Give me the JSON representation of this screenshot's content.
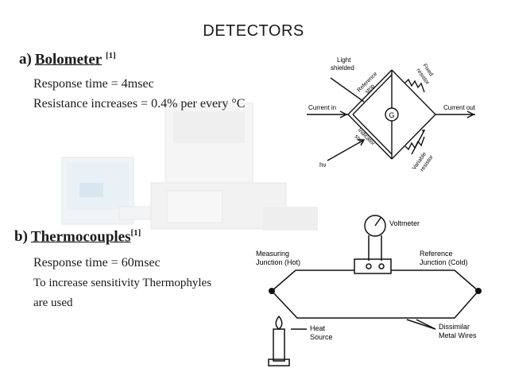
{
  "slide": {
    "title": "DETECTORS",
    "bolometer": {
      "marker": "a)",
      "term": "Bolometer",
      "ref": "[1]",
      "lines": [
        "Response time  = 4msec",
        "Resistance increases = 0.4% per every °C"
      ]
    },
    "thermocouples": {
      "marker": "b)",
      "term": "Thermocouples",
      "ref": "[1]",
      "lines": [
        "Response time = 60msec",
        "To increase sensitivity Thermophyles",
        "are used"
      ]
    }
  },
  "bolometer_diagram": {
    "light_shielded": [
      "Light",
      "shielded"
    ],
    "reference_strip": [
      "Reference",
      "strip"
    ],
    "indicator_strip": [
      "Indicator",
      "strip"
    ],
    "fixed_resistor": [
      "Fixed",
      "resistor"
    ],
    "variable_resistor": [
      "Variable",
      "resistor"
    ],
    "current_in": "Current in",
    "current_out": "Current out",
    "galvanometer": "G",
    "h_nu": "hν"
  },
  "thermocouple_diagram": {
    "voltmeter": "Voltmeter",
    "measuring_junction": [
      "Measuring",
      "Junction (Hot)"
    ],
    "reference_junction": [
      "Reference",
      "Junction (Cold)"
    ],
    "heat_source": [
      "Heat",
      "Source"
    ],
    "dissimilar_metal_wires": [
      "Dissimilar",
      "Metal Wires"
    ]
  }
}
